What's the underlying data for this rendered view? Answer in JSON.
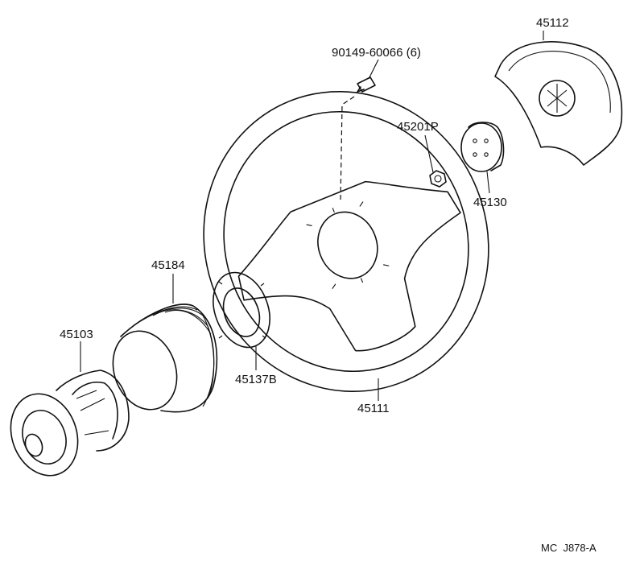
{
  "parts": [
    {
      "id": "bolt",
      "label": "90149-60066 (6)"
    },
    {
      "id": "pad",
      "label": "45112"
    },
    {
      "id": "nut",
      "label": "45201P"
    },
    {
      "id": "horn-button",
      "label": "45130"
    },
    {
      "id": "hub-cover",
      "label": "45184"
    },
    {
      "id": "boss",
      "label": "45103"
    },
    {
      "id": "plate",
      "label": "45137B"
    },
    {
      "id": "wheel",
      "label": "45111"
    }
  ],
  "footer": {
    "code": "MC  J878-A"
  }
}
